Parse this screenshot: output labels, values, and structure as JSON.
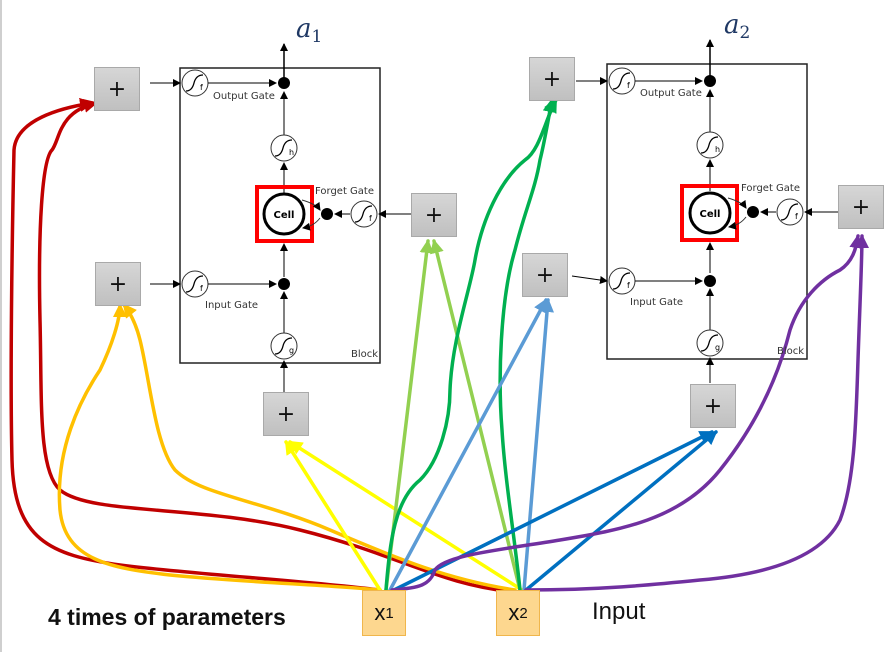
{
  "title_text": "4 times of parameters",
  "input_label": "Input",
  "inputs": [
    {
      "base": "x",
      "sub": "1"
    },
    {
      "base": "x",
      "sub": "2"
    }
  ],
  "plus_symbol": "+",
  "blocks": [
    {
      "output": {
        "base": "a",
        "sub": "1"
      },
      "output_gate_label": "Output Gate",
      "forget_gate_label": "Forget Gate",
      "input_gate_label": "Input Gate",
      "block_label": "Block",
      "cell_label": "Cell",
      "gate_f_symbol": "f",
      "gate_h_symbol": "h",
      "gate_g_symbol": "g"
    },
    {
      "output": {
        "base": "a",
        "sub": "2"
      },
      "output_gate_label": "Output Gate",
      "forget_gate_label": "Forget Gate",
      "input_gate_label": "Input Gate",
      "block_label": "Block",
      "cell_label": "Cell",
      "gate_f_symbol": "f",
      "gate_h_symbol": "h",
      "gate_g_symbol": "g"
    }
  ],
  "colors": {
    "output_gate_arrows": "#c00000",
    "input_gate_arrows": "#ffc000",
    "cell_input_arrows": "#ffff00",
    "forget_gate_arrows_block1": "#92d050",
    "output_gate_arrows_block2": "#00b050",
    "input_gate_arrows_block2": "#5b9bd5",
    "cell_input_arrows_block2": "#0070c0",
    "forget_gate_arrows_block2": "#7030a0",
    "cell_highlight": "#ff0000"
  }
}
